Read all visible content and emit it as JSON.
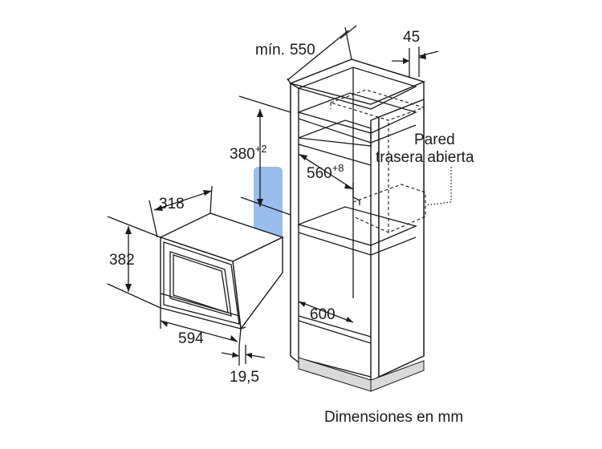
{
  "dimensions": {
    "min_depth_prefix": "mín.",
    "min_depth": "550",
    "side_gap": "45",
    "niche_height": "380",
    "niche_height_tol": "+2",
    "niche_width": "560",
    "niche_width_tol": "+8",
    "rear_wall_line1": "Pared",
    "rear_wall_line2": "trasera abierta",
    "appliance_depth": "318",
    "appliance_height": "382",
    "appliance_width": "594",
    "front_thickness": "19,5",
    "cabinet_inner": "600"
  },
  "caption": "Dimensiones en mm",
  "colors": {
    "line": "#1a1a1a",
    "watermark_blue": "#1d6fd8",
    "watermark_yellow": "#f5d21c"
  }
}
